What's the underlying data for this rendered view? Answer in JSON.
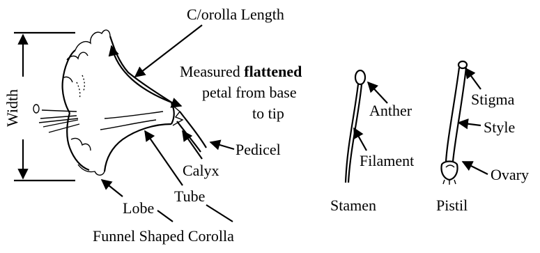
{
  "labels": {
    "corolla_length": "C/orolla Length",
    "measured_line1_a": "Measured ",
    "measured_line1_b": "flattened",
    "measured_line2": "petal from base",
    "measured_line3": "to tip",
    "width": "Width",
    "pedicel": "Pedicel",
    "calyx": "Calyx",
    "tube": "Tube",
    "lobe": "Lobe",
    "funnel": "Funnel Shaped Corolla",
    "anther": "Anther",
    "filament": "Filament",
    "stamen": "Stamen",
    "stigma": "Stigma",
    "style": "Style",
    "ovary": "Ovary",
    "pistil": "Pistil"
  },
  "colors": {
    "ink": "#000000",
    "background": "#ffffff"
  }
}
